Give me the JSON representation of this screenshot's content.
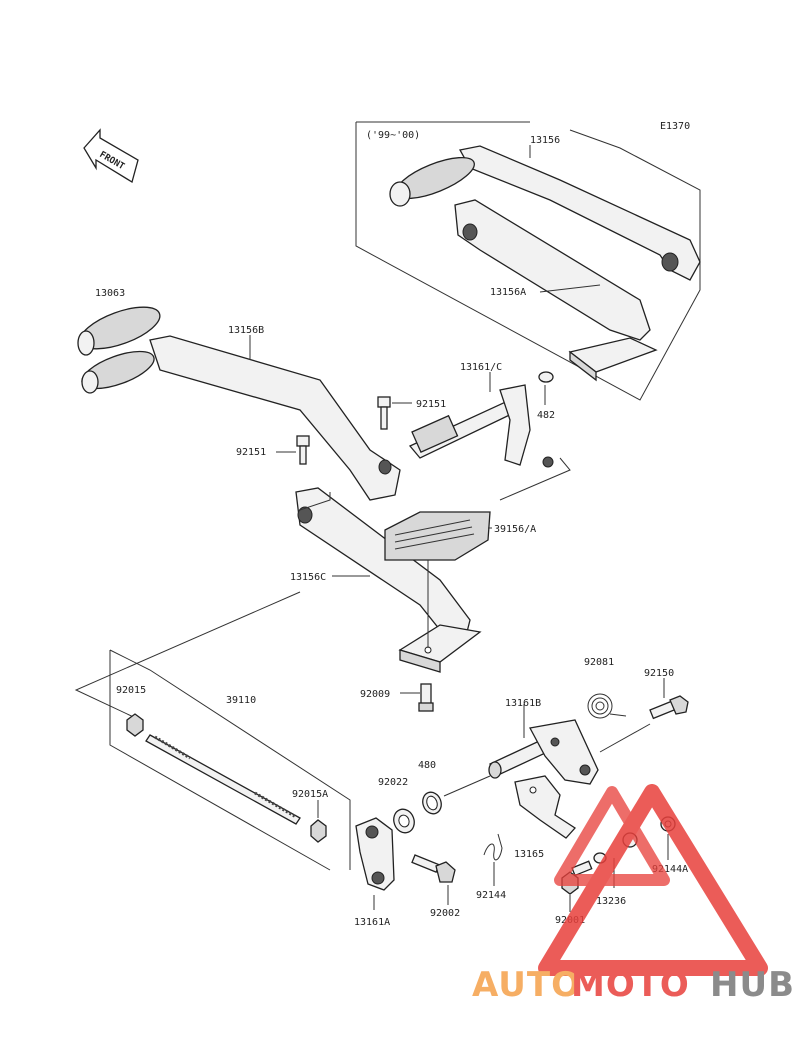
{
  "diagram": {
    "code": "E1370",
    "variant_note": "('99~'00)",
    "front_label": "FRONT",
    "callouts": {
      "c13156": "13156",
      "c13156A": "13156A",
      "c13063": "13063",
      "c13156B": "13156B",
      "c13161C": "13161/C",
      "c482": "482",
      "c92151a": "92151",
      "c92151b": "92151",
      "c39156A": "39156/A",
      "c13156C": "13156C",
      "c92009": "92009",
      "c92081": "92081",
      "c92150": "92150",
      "c92015": "92015",
      "c39110": "39110",
      "c13161B": "13161B",
      "c480": "480",
      "c92022": "92022",
      "c92015A": "92015A",
      "c13165": "13165",
      "c92144": "92144",
      "c92144A": "92144A",
      "c13236": "13236",
      "c92001": "92001",
      "c92002": "92002",
      "c13161A": "13161A"
    }
  },
  "watermark": {
    "auto": "AUTO",
    "moto": "MOTO",
    "hub": "HUB",
    "colors": {
      "red": "#e8403c",
      "orange": "#f5a04a",
      "gray": "#777777"
    }
  }
}
